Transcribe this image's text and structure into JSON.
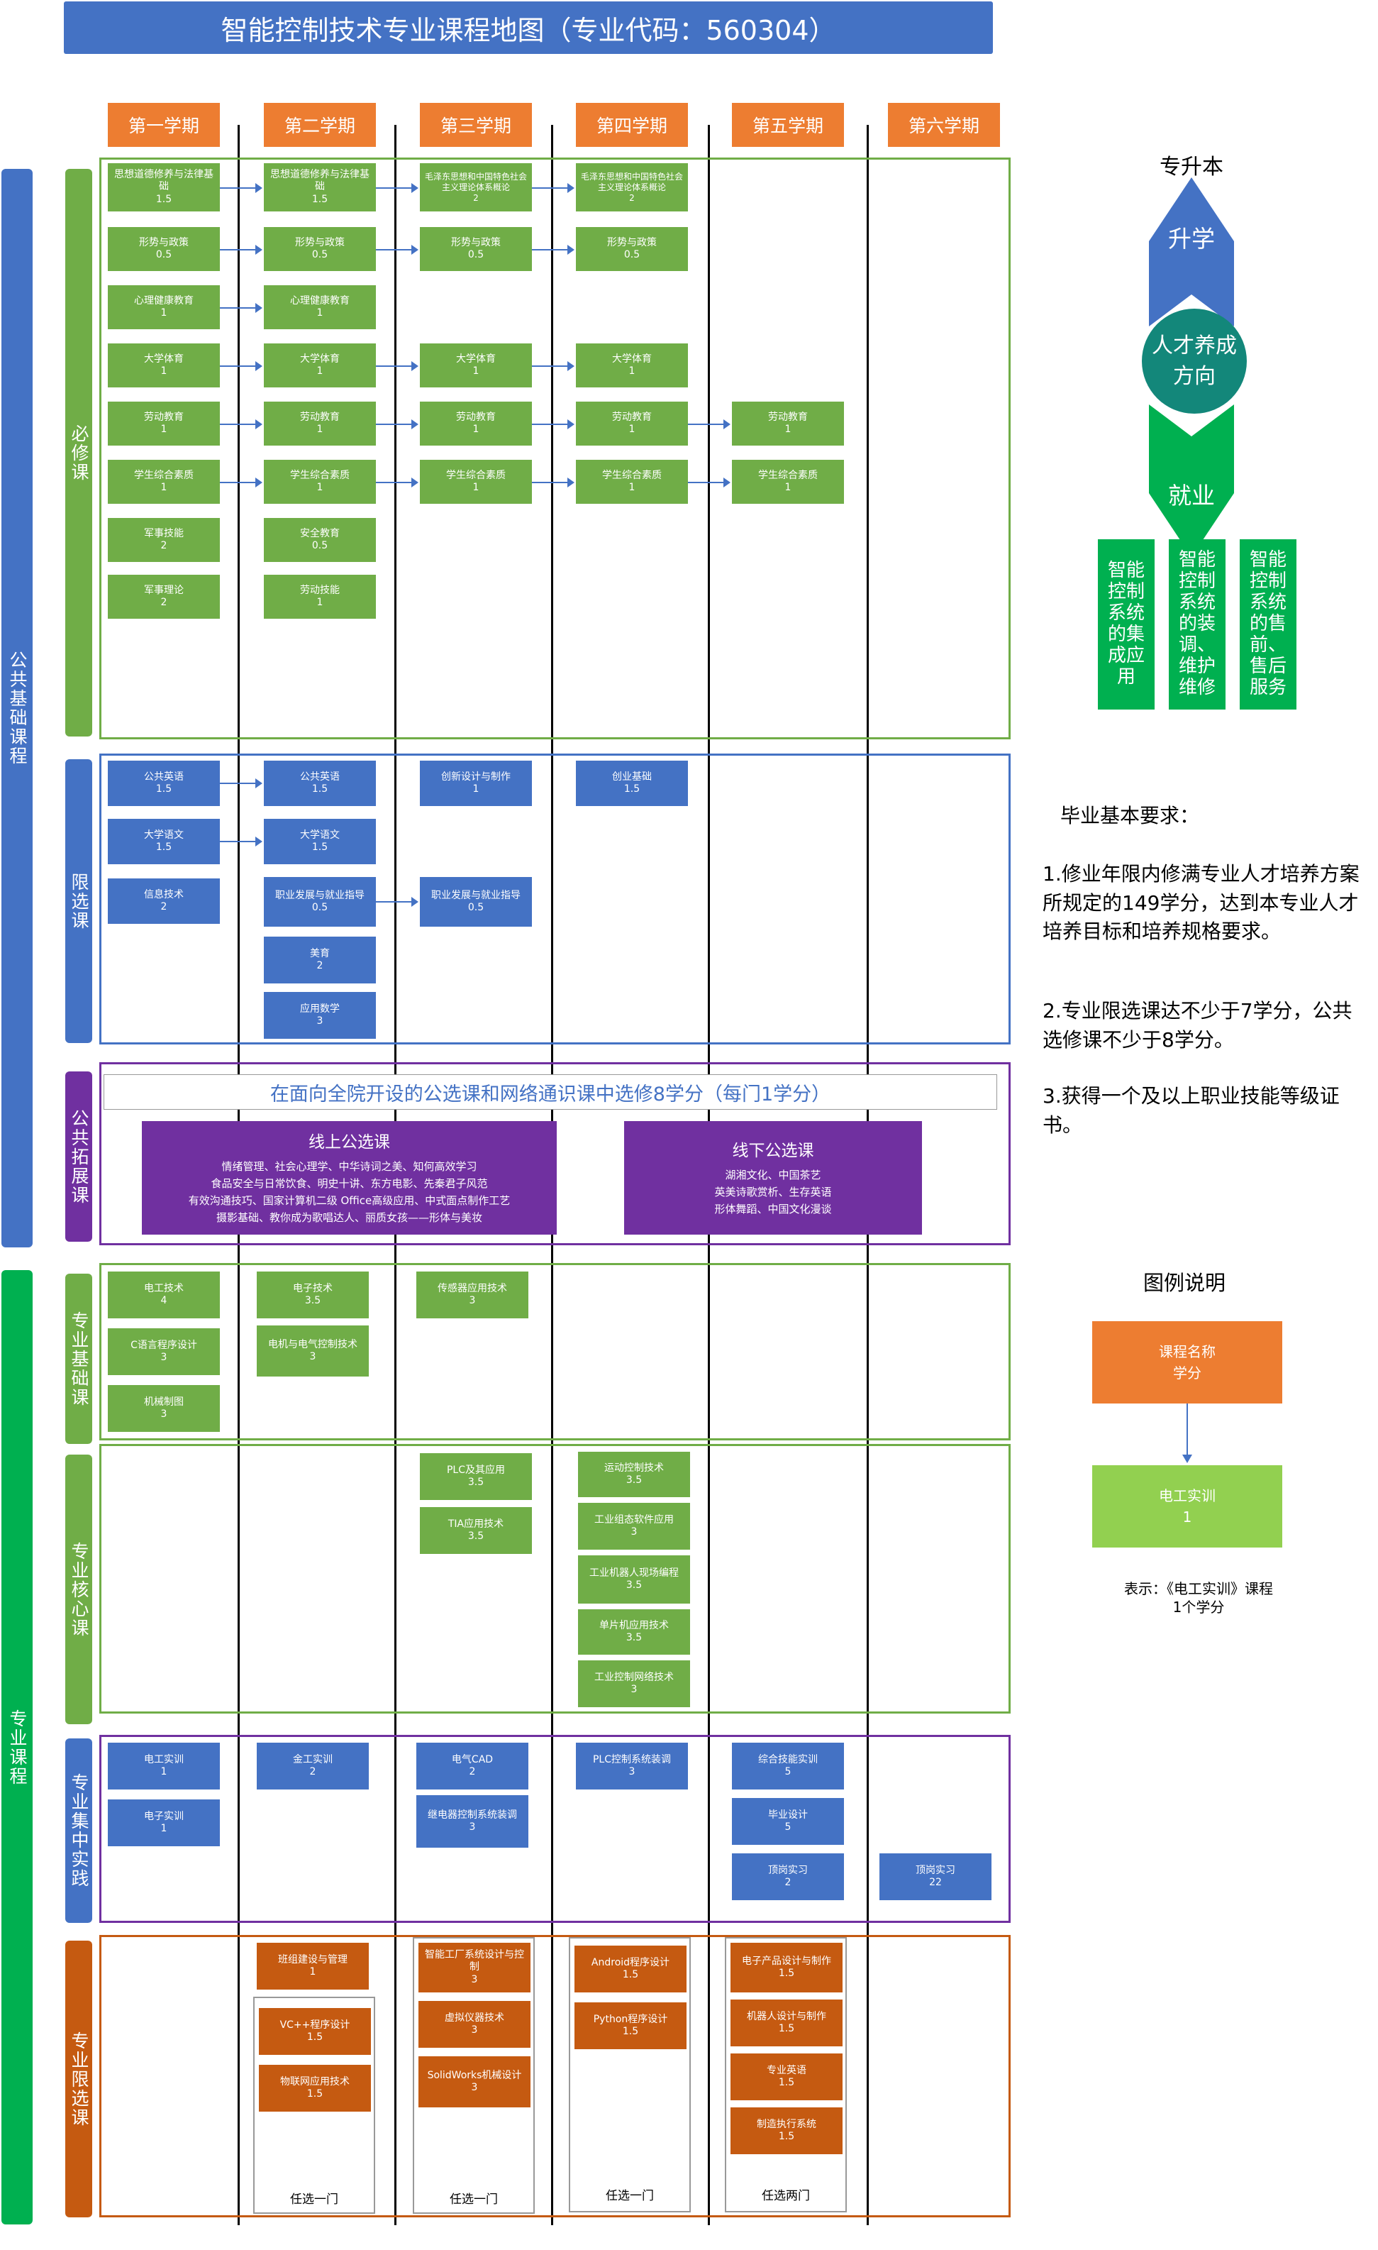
{
  "title": "智能控制技术专业课程地图（专业代码：560304）",
  "semesters": [
    "第一学期",
    "第二学期",
    "第三学期",
    "第四学期",
    "第五学期",
    "第六学期"
  ],
  "categories": {
    "public": "公共基础课程",
    "professional": "专业课程",
    "required": "必修课",
    "limited": "限选课",
    "expand": "公共拓展课",
    "pro_basic": "专业基础课",
    "pro_core": "专业核心课",
    "pro_practice": "专业集中实践",
    "pro_limited": "专业限选课"
  },
  "required": {
    "s1": [
      {
        "name": "思想道德修养与法律基础",
        "credit": "1.5"
      },
      {
        "name": "形势与政策",
        "credit": "0.5"
      },
      {
        "name": "心理健康教育",
        "credit": "1"
      },
      {
        "name": "大学体育",
        "credit": "1"
      },
      {
        "name": "劳动教育",
        "credit": "1"
      },
      {
        "name": "学生综合素质",
        "credit": "1"
      },
      {
        "name": "军事技能",
        "credit": "2"
      },
      {
        "name": "军事理论",
        "credit": "2"
      }
    ],
    "s2": [
      {
        "name": "思想道德修养与法律基础",
        "credit": "1.5"
      },
      {
        "name": "形势与政策",
        "credit": "0.5"
      },
      {
        "name": "心理健康教育",
        "credit": "1"
      },
      {
        "name": "大学体育",
        "credit": "1"
      },
      {
        "name": "劳动教育",
        "credit": "1"
      },
      {
        "name": "学生综合素质",
        "credit": "1"
      },
      {
        "name": "安全教育",
        "credit": "0.5"
      },
      {
        "name": "劳动技能",
        "credit": "1"
      }
    ],
    "s3": [
      {
        "name": "毛泽东思想和中国特色社会主义理论体系概论",
        "credit": "2"
      },
      {
        "name": "形势与政策",
        "credit": "0.5"
      },
      {
        "name": "大学体育",
        "credit": "1"
      },
      {
        "name": "劳动教育",
        "credit": "1"
      },
      {
        "name": "学生综合素质",
        "credit": "1"
      }
    ],
    "s4": [
      {
        "name": "毛泽东思想和中国特色社会主义理论体系概论",
        "credit": "2"
      },
      {
        "name": "形势与政策",
        "credit": "0.5"
      },
      {
        "name": "大学体育",
        "credit": "1"
      },
      {
        "name": "劳动教育",
        "credit": "1"
      },
      {
        "name": "学生综合素质",
        "credit": "1"
      }
    ],
    "s5": [
      {
        "name": "劳动教育",
        "credit": "1"
      },
      {
        "name": "学生综合素质",
        "credit": "1"
      }
    ]
  },
  "limited": {
    "s1": [
      {
        "name": "公共英语",
        "credit": "1.5"
      },
      {
        "name": "大学语文",
        "credit": "1.5"
      },
      {
        "name": "信息技术",
        "credit": "2"
      }
    ],
    "s2": [
      {
        "name": "公共英语",
        "credit": "1.5"
      },
      {
        "name": "大学语文",
        "credit": "1.5"
      },
      {
        "name": "职业发展与就业指导",
        "credit": "0.5"
      },
      {
        "name": "美育",
        "credit": "2"
      },
      {
        "name": "应用数学",
        "credit": "3"
      }
    ],
    "s3": [
      {
        "name": "创新设计与制作",
        "credit": "1"
      },
      {
        "name": "职业发展与就业指导",
        "credit": "0.5"
      }
    ],
    "s4": [
      {
        "name": "创业基础",
        "credit": "1.5"
      }
    ]
  },
  "expand": {
    "headline": "在面向全院开设的公选课和网络通识课中选修8学分（每门1学分）",
    "online_title": "线上公选课",
    "online_lines": [
      "情绪管理、社会心理学、中华诗词之美、知何高效学习",
      "食品安全与日常饮食、明史十讲、东方电影、先秦君子风范",
      "有效沟通技巧、国家计算机二级 Office高级应用、中式面点制作工艺",
      "摄影基础、教你成为歌唱达人、丽质女孩——形体与美妆"
    ],
    "offline_title": "线下公选课",
    "offline_lines": [
      "湖湘文化、中国茶艺",
      "英美诗歌赏析、生存英语",
      "形体舞蹈、中国文化漫谈"
    ]
  },
  "pro_basic": {
    "s1": [
      {
        "name": "电工技术",
        "credit": "4"
      },
      {
        "name": "C语言程序设计",
        "credit": "3"
      },
      {
        "name": "机械制图",
        "credit": "3"
      }
    ],
    "s2": [
      {
        "name": "电子技术",
        "credit": "3.5"
      },
      {
        "name": "电机与电气控制技术",
        "credit": "3"
      }
    ],
    "s3": [
      {
        "name": "传感器应用技术",
        "credit": "3"
      }
    ]
  },
  "pro_core": {
    "s3": [
      {
        "name": "PLC及其应用",
        "credit": "3.5"
      },
      {
        "name": "TIA应用技术",
        "credit": "3.5"
      }
    ],
    "s4": [
      {
        "name": "运动控制技术",
        "credit": "3.5"
      },
      {
        "name": "工业组态软件应用",
        "credit": "3"
      },
      {
        "name": "工业机器人现场编程",
        "credit": "3.5"
      },
      {
        "name": "单片机应用技术",
        "credit": "3.5"
      },
      {
        "name": "工业控制网络技术",
        "credit": "3"
      }
    ]
  },
  "pro_practice": {
    "s1": [
      {
        "name": "电工实训",
        "credit": "1"
      },
      {
        "name": "电子实训",
        "credit": "1"
      }
    ],
    "s2": [
      {
        "name": "金工实训",
        "credit": "2"
      }
    ],
    "s3": [
      {
        "name": "电气CAD",
        "credit": "2"
      },
      {
        "name": "继电器控制系统装调",
        "credit": "3"
      }
    ],
    "s4": [
      {
        "name": "PLC控制系统装调",
        "credit": "3"
      }
    ],
    "s5": [
      {
        "name": "综合技能实训",
        "credit": "5"
      },
      {
        "name": "毕业设计",
        "credit": "5"
      },
      {
        "name": "顶岗实习",
        "credit": "2"
      }
    ],
    "s6": [
      {
        "name": "顶岗实习",
        "credit": "22"
      }
    ]
  },
  "pro_limited": {
    "s2_top": {
      "name": "班组建设与管理",
      "credit": "1"
    },
    "s2": [
      {
        "name": "VC++程序设计",
        "credit": "1.5"
      },
      {
        "name": "物联网应用技术",
        "credit": "1.5"
      }
    ],
    "s3": [
      {
        "name": "智能工厂系统设计与控制",
        "credit": "3"
      },
      {
        "name": "虚拟仪器技术",
        "credit": "3"
      },
      {
        "name": "SolidWorks机械设计",
        "credit": "3"
      }
    ],
    "s4": [
      {
        "name": "Android程序设计",
        "credit": "1.5"
      },
      {
        "name": "Python程序设计",
        "credit": "1.5"
      }
    ],
    "s5": [
      {
        "name": "电子产品设计与制作",
        "credit": "1.5"
      },
      {
        "name": "机器人设计与制作",
        "credit": "1.5"
      },
      {
        "name": "专业英语",
        "credit": "1.5"
      },
      {
        "name": "制造执行系统",
        "credit": "1.5"
      }
    ],
    "choose": [
      "任选一门",
      "任选一门",
      "任选一门",
      "任选两门"
    ]
  },
  "direction": {
    "top": "专升本",
    "up": "升学",
    "center": "人才养成方向",
    "down": "就业",
    "jobs": [
      "智能控制系统的集成应用",
      "智能控制系统的装调、维护维修",
      "智能控制系统的售前、售后服务"
    ]
  },
  "requirements": {
    "title": "毕业基本要求：",
    "items": [
      "1.修业年限内修满专业人才培养方案所规定的149学分，达到本专业人才培养目标和培养规格要求。",
      "2.专业限选课达不少于7学分，公共选修课不少于8学分。",
      "3.获得一个及以上职业技能等级证书。"
    ]
  },
  "legend": {
    "title": "图例说明",
    "sample_name": "课程名称",
    "sample_credit": "学分",
    "example_name": "电工实训",
    "example_credit": "1",
    "note1": "表示：《电工实训》课程",
    "note2": "1个学分"
  },
  "colors": {
    "blue": "#4472C4",
    "green": "#70AD47",
    "orange": "#C55A11",
    "orange_light": "#ED7D31",
    "purple": "#7030A0",
    "dark_green": "#00B050"
  }
}
